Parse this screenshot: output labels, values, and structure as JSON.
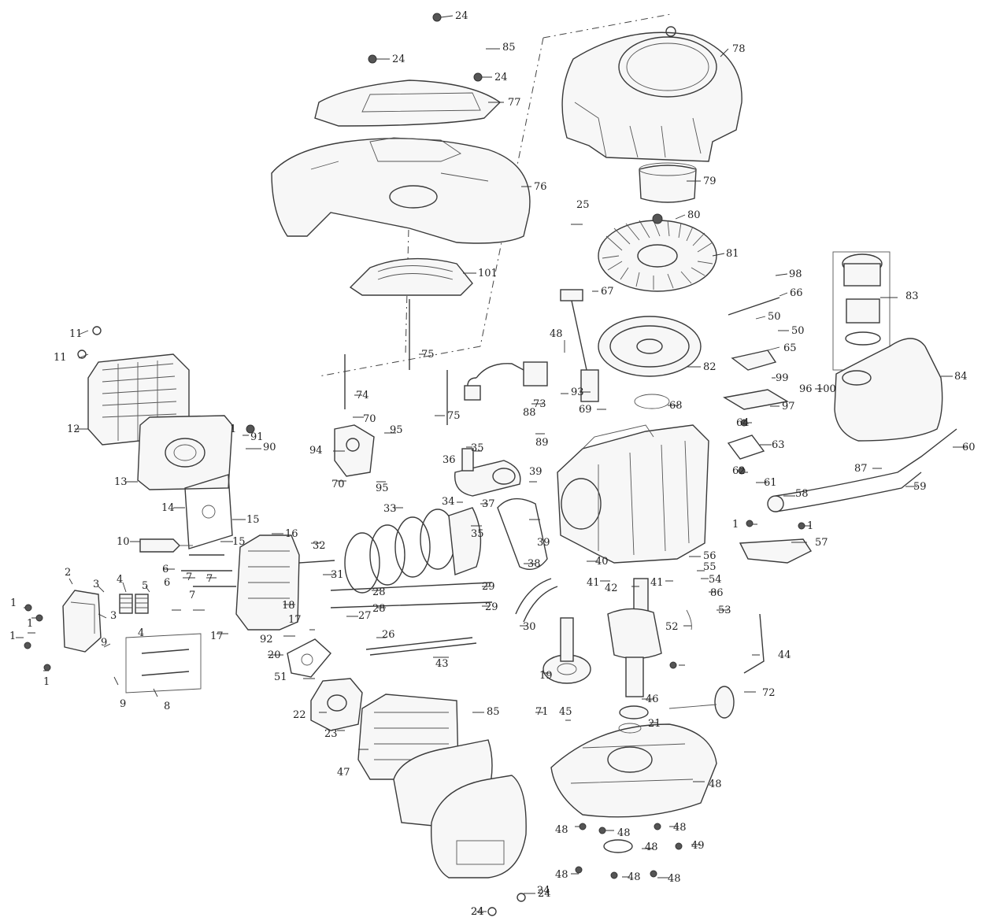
{
  "diagram": {
    "callouts": [
      "24",
      "24",
      "24",
      "24",
      "24",
      "85",
      "85",
      "78",
      "77",
      "76",
      "79",
      "25",
      "80",
      "81",
      "98",
      "101",
      "67",
      "66",
      "83",
      "50",
      "50",
      "65",
      "82",
      "84",
      "99",
      "96",
      "100",
      "97",
      "11",
      "11",
      "12",
      "75",
      "75",
      "74",
      "48",
      "73",
      "93",
      "68",
      "69",
      "88",
      "64",
      "63",
      "60",
      "1",
      "91",
      "90",
      "70",
      "94",
      "95",
      "95",
      "70",
      "89",
      "36",
      "35",
      "62",
      "61",
      "87",
      "59",
      "58",
      "13",
      "14",
      "15",
      "15",
      "34",
      "35",
      "37",
      "39",
      "39",
      "33",
      "10",
      "16",
      "32",
      "38",
      "40",
      "1",
      "1",
      "57",
      "56",
      "55",
      "54",
      "41",
      "41",
      "42",
      "86",
      "31",
      "28",
      "29",
      "28",
      "29",
      "30",
      "53",
      "52",
      "6",
      "7",
      "7",
      "2",
      "3",
      "4",
      "5",
      "8",
      "9",
      "3",
      "4",
      "9",
      "1",
      "1",
      "1",
      "1",
      "6",
      "7",
      "17",
      "18",
      "17",
      "92",
      "27",
      "26",
      "43",
      "19",
      "20",
      "51",
      "44",
      "46",
      "72",
      "71",
      "45",
      "21",
      "22",
      "23",
      "47",
      "48",
      "48",
      "48",
      "48",
      "49",
      "48",
      "48",
      "48",
      "48",
      "24",
      "24"
    ]
  }
}
